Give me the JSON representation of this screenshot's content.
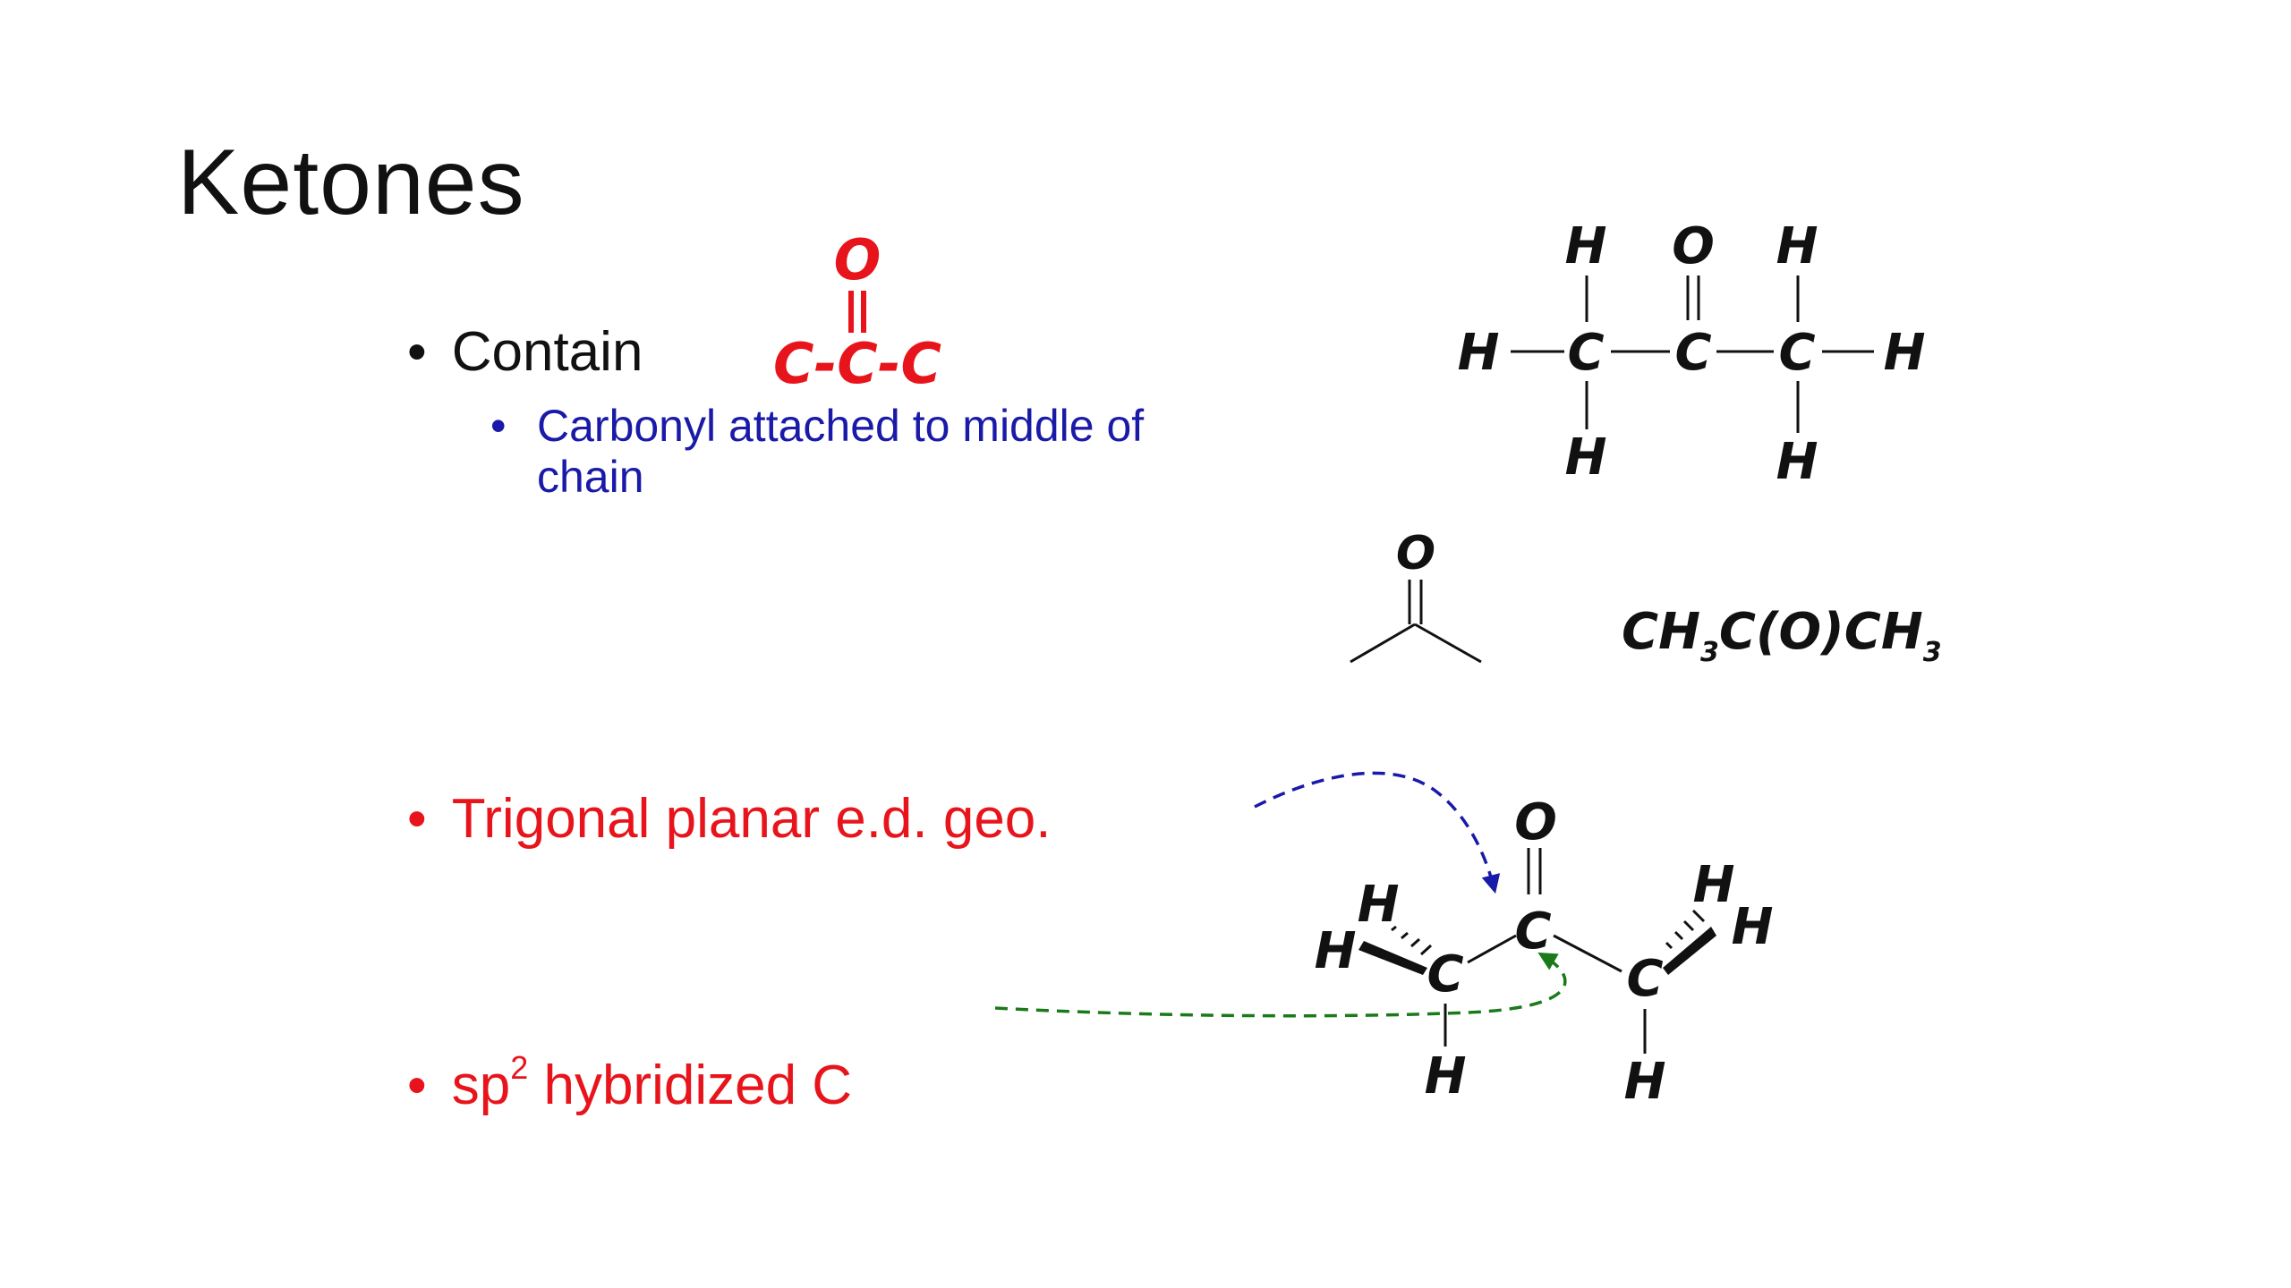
{
  "slide": {
    "title": "Ketones",
    "bullets": [
      {
        "text": "Contain",
        "color": "#111111"
      },
      {
        "sub": "Carbonyl attached to middle of chain",
        "color": "#1a1aa8"
      },
      {
        "text": "Trigonal planar e.d. geo.",
        "color": "#e8141c"
      },
      {
        "prefix": "sp",
        "sup": "2",
        "suffix": " hybridized C",
        "color": "#e8141c"
      }
    ]
  },
  "structures": {
    "carbonyl_fragment": {
      "top": "O",
      "chain": "C-C-C",
      "color": "#e8141c"
    },
    "lewis": {
      "H": "H",
      "C": "C",
      "O": "O"
    },
    "condensed": {
      "p1": "CH",
      "s1": "3",
      "p2": "C(O)CH",
      "s2": "3"
    },
    "skeletal_label": "O",
    "wedge": {
      "H": "H",
      "C": "C",
      "O": "O"
    }
  },
  "arrows": {
    "blue": "#1a1aa8",
    "green": "#1a7a1a"
  }
}
